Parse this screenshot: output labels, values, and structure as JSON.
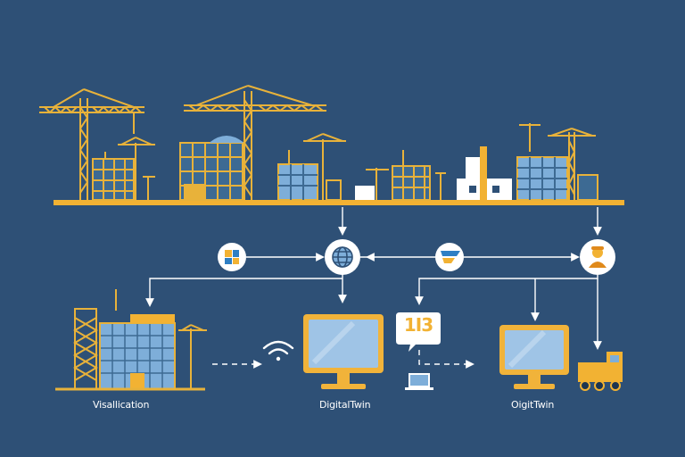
{
  "colors": {
    "background": "#2e5076",
    "crane": "#e8b23a",
    "building_blue": "#7eaed9",
    "arrow": "#ffffff",
    "node_fill": "#ffffff",
    "monitor_frame": "#f1b33a",
    "screen": "#9fc4e6"
  },
  "icons": {
    "node1": "windows-logo-icon",
    "node2": "globe-icon",
    "node3": "flag-icon",
    "node4": "worker-icon",
    "signal": "wifi-icon",
    "laptop": "laptop-icon",
    "vehicle": "truck-icon"
  },
  "labels": {
    "visualization": "Visallication",
    "digital_twin_1": "DigitalTwin",
    "digital_twin_2": "OigitTwin",
    "badge": "1I3"
  }
}
